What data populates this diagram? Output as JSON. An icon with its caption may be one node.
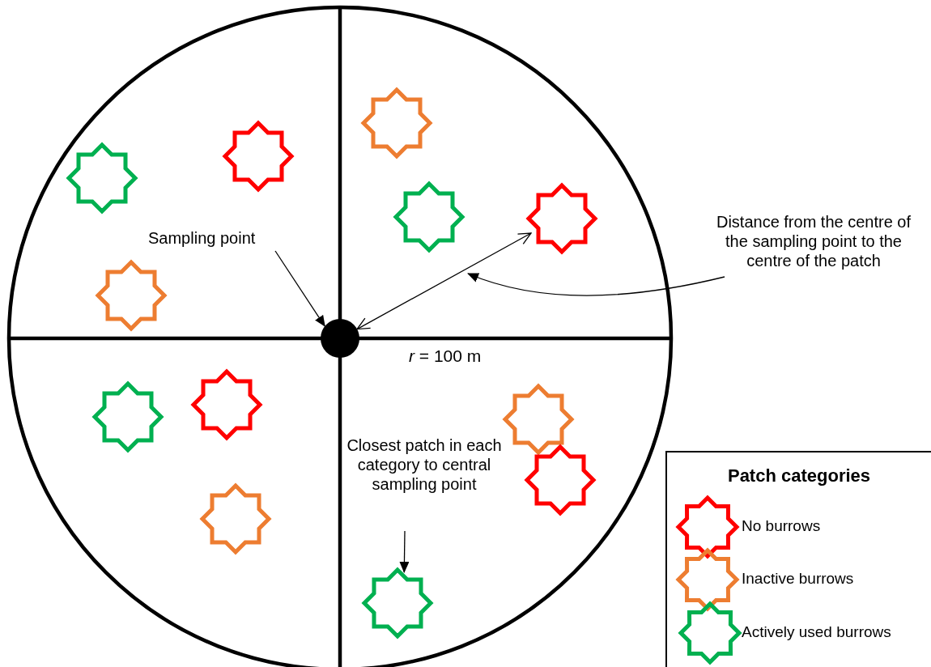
{
  "diagram": {
    "nodes": [
      {
        "text": [],
        "shape": "star"
      },
      {
        "text": [],
        "shape": "star"
      },
      {
        "text": [],
        "shape": "star"
      },
      {
        "text": [],
        "shape": "star"
      },
      {
        "text": [],
        "shape": "star"
      },
      {
        "text": [
          "Distance from the centre of the sampling point to the centre of the patch"
        ]
      },
      {
        "text": [
          "Sampling point"
        ]
      },
      {
        "text": [],
        "shape": "star"
      },
      {
        "text": [],
        "shape": "circle"
      },
      {
        "text": [],
        "shape": "star"
      },
      {
        "text": [],
        "shape": "star"
      },
      {
        "text": [],
        "shape": "star"
      },
      {
        "text": [
          "Closest patch in each category to central sampling point"
        ]
      },
      {
        "text": [],
        "shape": "star"
      },
      {
        "text": [],
        "shape": "star"
      },
      {
        "text": [],
        "shape": "star"
      }
    ],
    "edges": [
      {
        "from": 6,
        "to": 8,
        "arrow": "to"
      },
      {
        "from": 8,
        "to": 4,
        "arrow": "both"
      },
      {
        "from": 5,
        "to": null,
        "arrow": "to"
      },
      {
        "from": 12,
        "to": 15,
        "arrow": "to"
      }
    ],
    "labels": [
      "*r* = 100 m",
      "Patch categories"
    ],
    "legend": [
      {
        "text": "No burrows",
        "color": "#ff0000"
      },
      {
        "text": "Inactive burrows",
        "color": "#ed7d31"
      },
      {
        "text": "Actively used burrows",
        "color": "#00b050"
      }
    ]
  }
}
